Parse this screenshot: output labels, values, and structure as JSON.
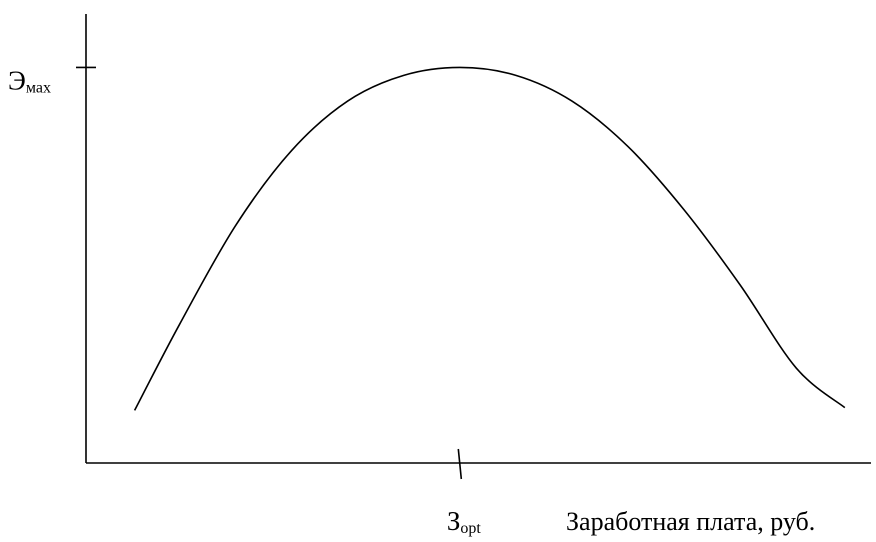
{
  "chart_data": {
    "type": "line",
    "title": "",
    "xlabel": "Заработная плата, руб.",
    "ylabel": "",
    "x_ticks": [
      {
        "label_main": "З",
        "label_sub": "opt",
        "x": 0
      }
    ],
    "y_ticks": [
      {
        "label_main": "Э",
        "label_sub": "мах",
        "y": 1
      }
    ],
    "xlim": [
      -1,
      1.1
    ],
    "ylim": [
      0,
      1.12
    ],
    "grid": false,
    "legend": "none",
    "series": [
      {
        "x": [
          -0.87,
          -0.75,
          -0.6,
          -0.45,
          -0.3,
          -0.15,
          0,
          0.15,
          0.3,
          0.45,
          0.6,
          0.75,
          0.9,
          1.03
        ],
        "y": [
          0.133,
          0.35,
          0.6,
          0.79,
          0.915,
          0.98,
          1.0,
          0.98,
          0.915,
          0.8,
          0.64,
          0.45,
          0.24,
          0.14
        ],
        "color": "#000000"
      }
    ]
  }
}
